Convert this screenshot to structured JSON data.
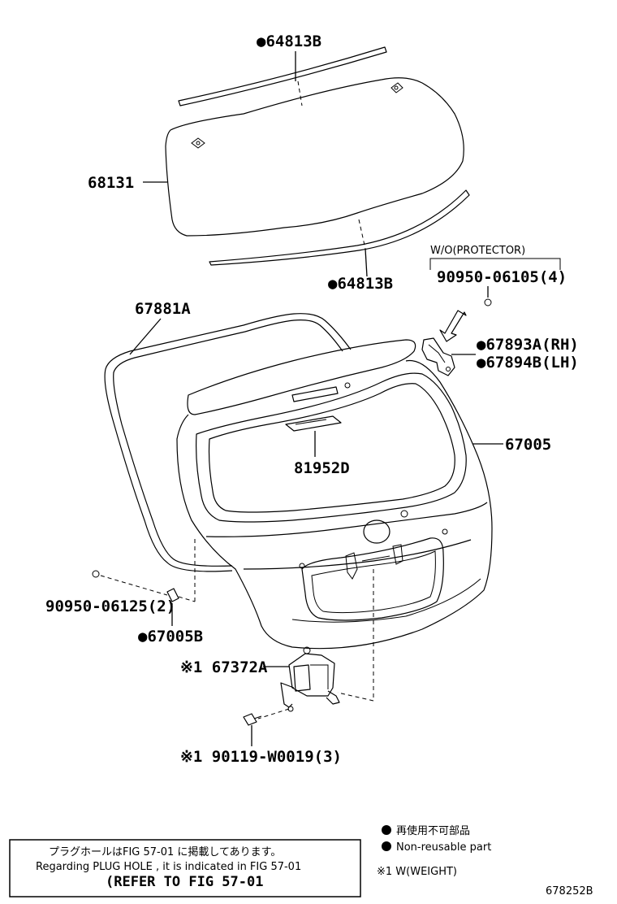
{
  "parts": {
    "p64813B_top": "●64813B",
    "p68131": "68131",
    "p64813B_bottom": "●64813B",
    "wo_protector": "W/O(PROTECTOR)",
    "p90950_06105": "90950-06105(4)",
    "p67881A": "67881A",
    "p67893A": "●67893A(RH)",
    "p67894B": "●67894B(LH)",
    "p67005": "67005",
    "p81952D": "81952D",
    "p90950_06125": "90950-06125(2)",
    "p67005B": "●67005B",
    "p67372A": "※1 67372A",
    "p90119": "※1 90119-W0019(3)"
  },
  "legend": {
    "non_reusable_jp": "再使用不可部品",
    "non_reusable_en": "Non-reusable part",
    "note1": "※1  W(WEIGHT)"
  },
  "reference_box": {
    "line_jp": "プラグホールはFIG 57-01 に掲載してあります。",
    "line_en": "Regarding PLUG HOLE , it is indicated in FIG 57-01",
    "line_ref": "(REFER TO FIG 57-01"
  },
  "figure_id": "678252B"
}
